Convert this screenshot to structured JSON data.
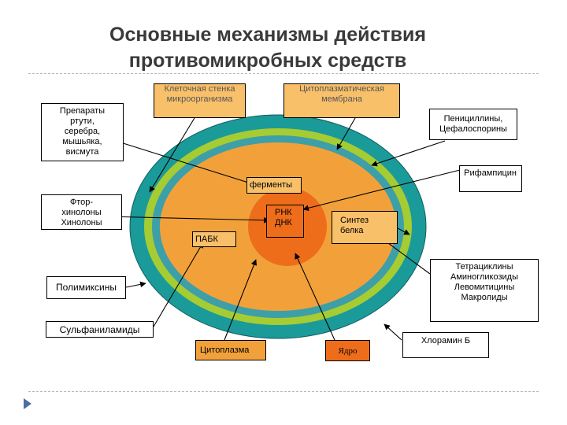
{
  "title": {
    "line1": "Основные механизмы действия",
    "line2": "противомикробных средств"
  },
  "labels": {
    "cell_wall": "Клеточная стенка\nмикроорганизма",
    "cytoplasmic_membrane": "Цитоплазматическая\nмембрана",
    "metals": "Препараты\nртути,\nсеребра,\nмышьяка,\nвисмута",
    "penicillins": "Пенициллины,\nЦефалоспорины",
    "rifampicin": "Рифампицин",
    "enzymes": "ферменты",
    "fluoroquinolones": "Фтор-\nхинолоны\nХинолоны",
    "rna_dna": "РНК\nДНК",
    "protein_synthesis": "Синтез\nбелка",
    "pabk": "ПАБК",
    "tetracyclines": "Тетрациклины\nАминогликозиды\nЛевомитицины\nМакролиды",
    "polymyxins": "Полимиксины",
    "sulfonamides": "Сульфаниламиды",
    "cytoplasm": "Цитоплазма",
    "nucleus": "Ядро",
    "chloramine": "Хлорамин Б"
  },
  "colors": {
    "outer_ring": "#1b9a9a",
    "green_ring": "#a6cc33",
    "inner_ring": "#3d9fa8",
    "cytoplasm": "#f2a13a",
    "nucleus": "#ee6d1b",
    "label_fill": "#f9c06a",
    "bullet": "#4a6fa5"
  }
}
